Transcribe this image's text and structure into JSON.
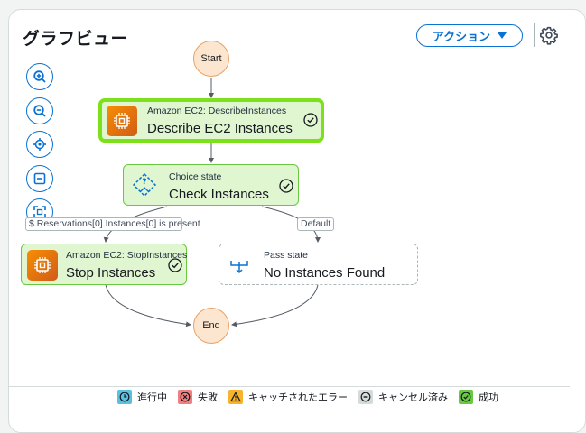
{
  "header": {
    "title": "グラフビュー",
    "action_label": "アクション"
  },
  "zoom_controls": [
    "zoom-in",
    "zoom-out",
    "center",
    "fit",
    "fullscreen"
  ],
  "nodes": {
    "start": {
      "label": "Start"
    },
    "describe": {
      "type": "Amazon EC2: DescribeInstances",
      "name": "Describe EC2 Instances",
      "status": "success"
    },
    "choice": {
      "type": "Choice state",
      "name": "Check Instances",
      "status": "success"
    },
    "stop": {
      "type": "Amazon EC2: StopInstances",
      "name": "Stop Instances",
      "status": "success"
    },
    "pass": {
      "type": "Pass state",
      "name": "No Instances Found"
    },
    "end": {
      "label": "End"
    }
  },
  "edge_labels": {
    "condition": "$.Reservations[0].Instances[0] is present",
    "default": "Default"
  },
  "legend": [
    {
      "label": "進行中",
      "color": "#5bc0de",
      "icon": "clock-icon"
    },
    {
      "label": "失敗",
      "color": "#f08080",
      "icon": "x-icon"
    },
    {
      "label": "キャッチされたエラー",
      "color": "#f7b32b",
      "icon": "warning-icon"
    },
    {
      "label": "キャンセル済み",
      "color": "#d5dbdb",
      "icon": "minus-icon"
    },
    {
      "label": "成功",
      "color": "#69c841",
      "icon": "check-icon"
    }
  ],
  "colors": {
    "accent": "#0972d3",
    "success_fill": "#dff6d1",
    "success_border": "#69c841",
    "selected_border": "#7ce01a",
    "terminal_fill": "#fde6cf"
  }
}
